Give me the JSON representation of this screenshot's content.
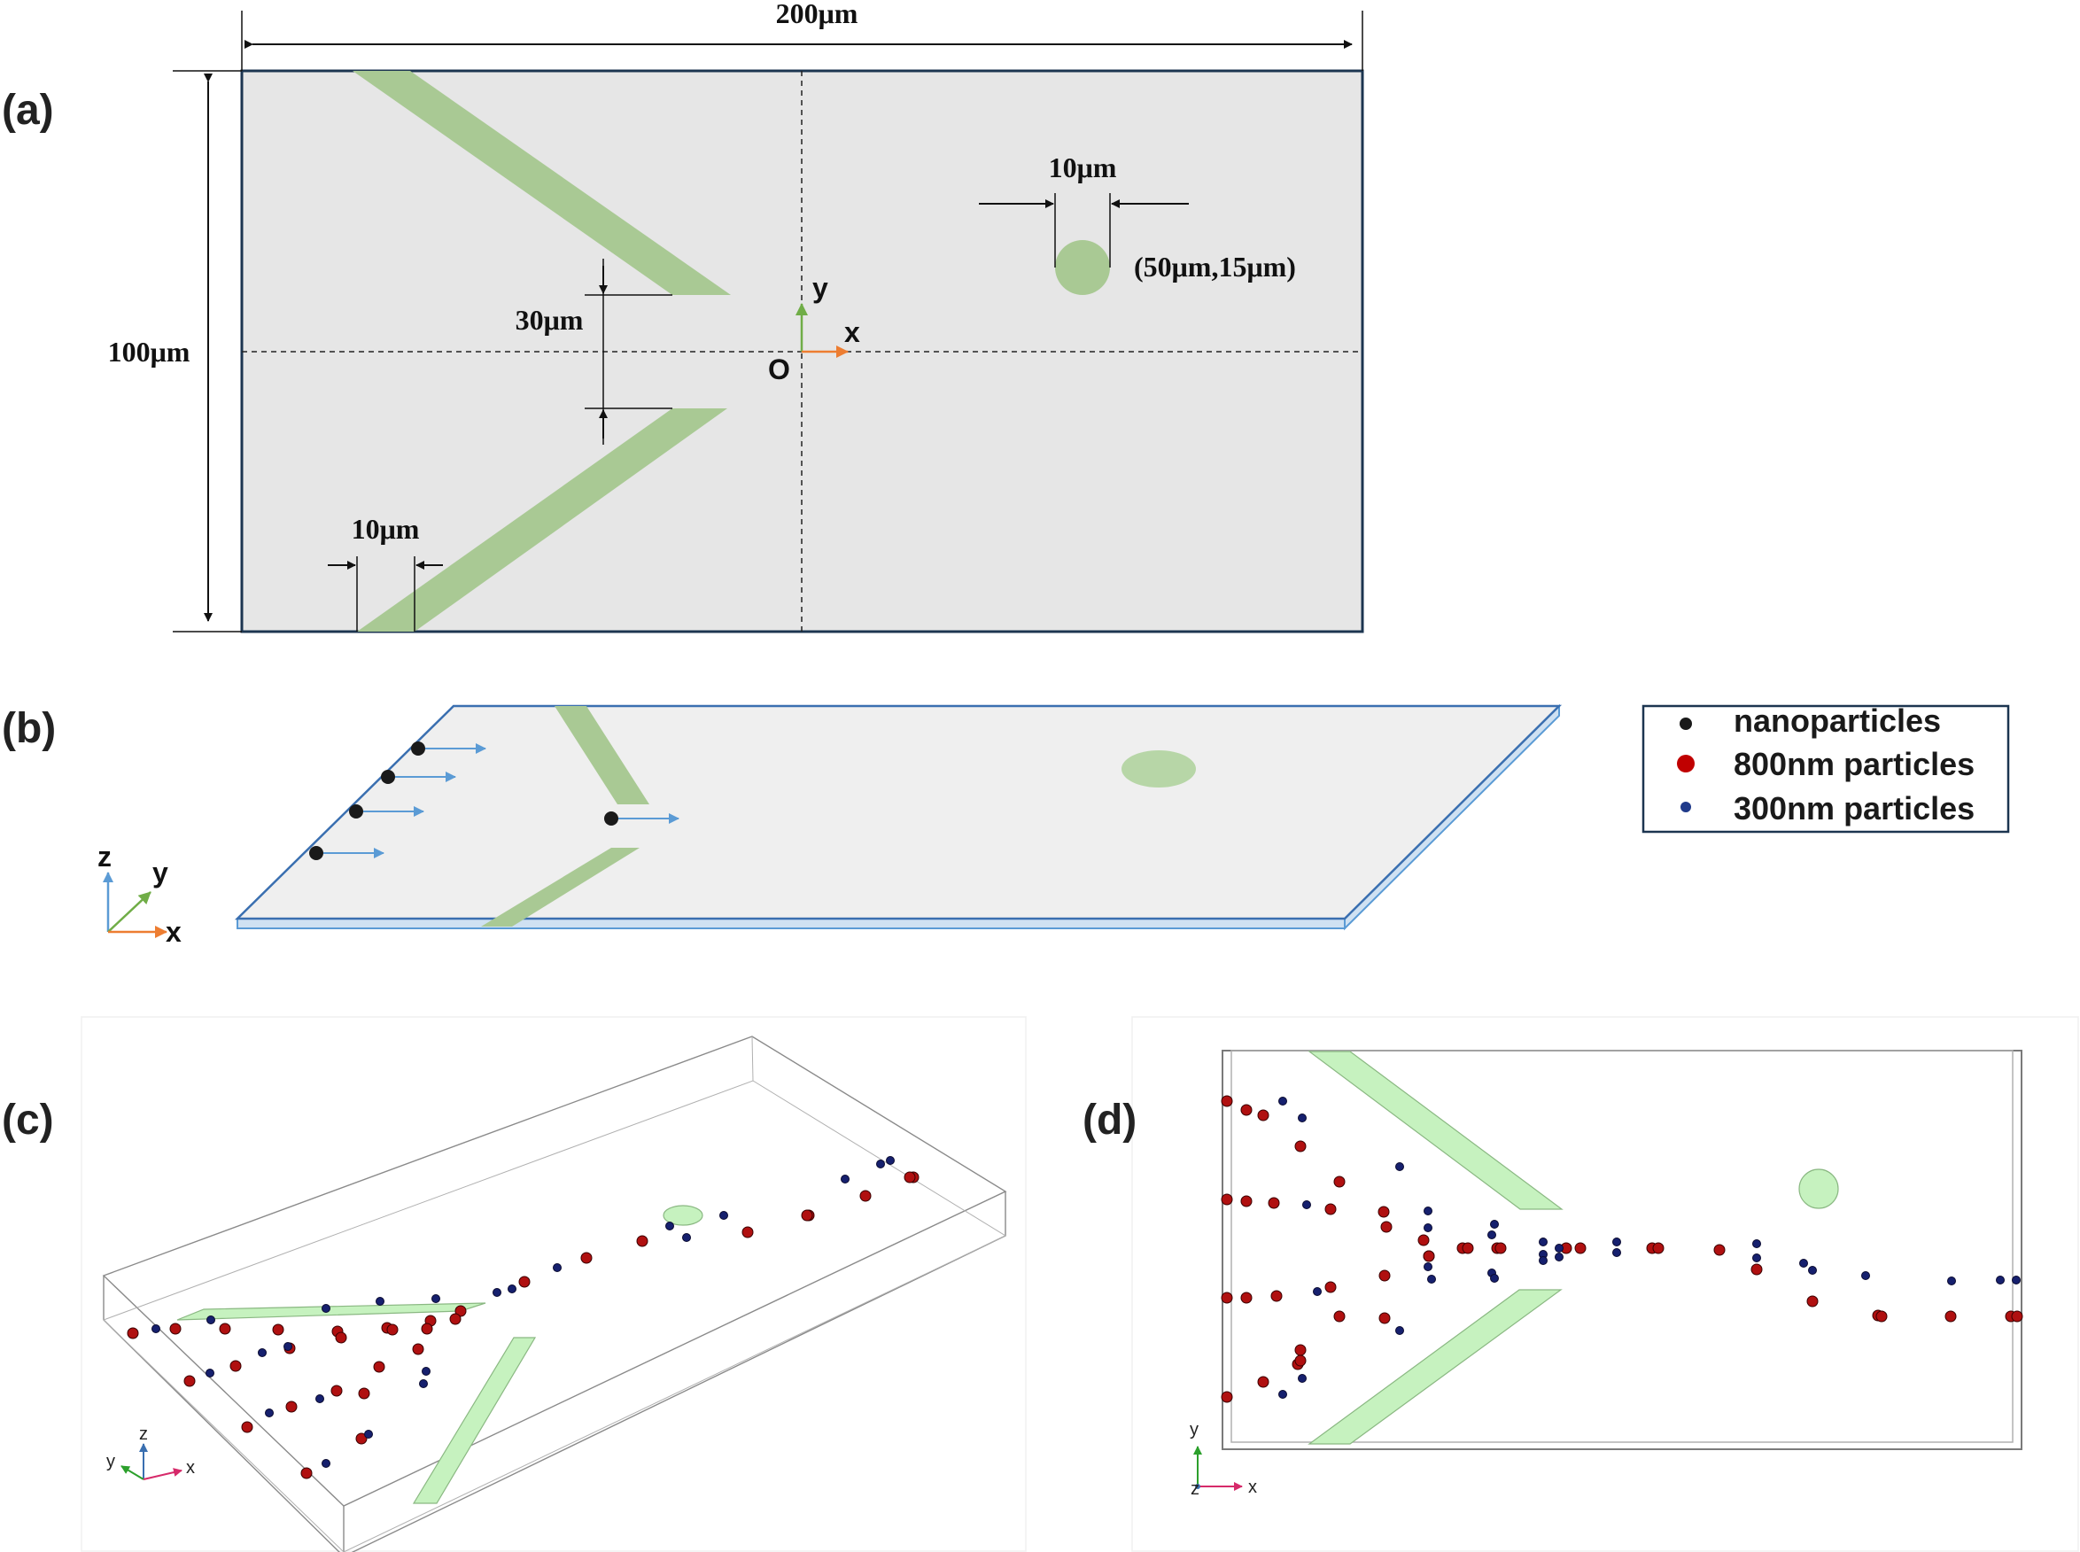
{
  "panel_labels": {
    "a": "(a)",
    "b": "(b)",
    "c": "(c)",
    "d": "(d)"
  },
  "panel_a": {
    "width_label": "200μm",
    "height_label": "100μm",
    "gap_label": "30μm",
    "bar_width_label": "10μm",
    "circle_diameter_label": "10μm",
    "circle_coords_label": "(50μm,15μm)",
    "origin_label": "O",
    "x_axis_label": "x",
    "y_axis_label": "y"
  },
  "panel_b": {
    "axis_z": "z",
    "axis_y": "y",
    "axis_x": "x",
    "legend": [
      {
        "label": "nanoparticles",
        "color": "#1a1a1a"
      },
      {
        "label": "800nm particles",
        "color": "#c00000"
      },
      {
        "label": "300nm particles",
        "color": "#1f3a8a"
      }
    ]
  },
  "panel_c": {
    "axis_y": "y",
    "axis_z": "z",
    "axis_x": "x"
  },
  "panel_d": {
    "axis_y": "y",
    "axis_z": "z",
    "axis_x": "x"
  },
  "colors": {
    "channel_fill": "#e6e6e6",
    "channel_border": "#1c3550",
    "bar_green": "#a9c994",
    "bright_green": "#c6f2bf",
    "arrow_blue": "#5b9bd5",
    "axis_orange": "#ed7d31",
    "axis_green": "#70ad47",
    "red_particle": "#b01010",
    "blue_particle": "#16206e"
  }
}
